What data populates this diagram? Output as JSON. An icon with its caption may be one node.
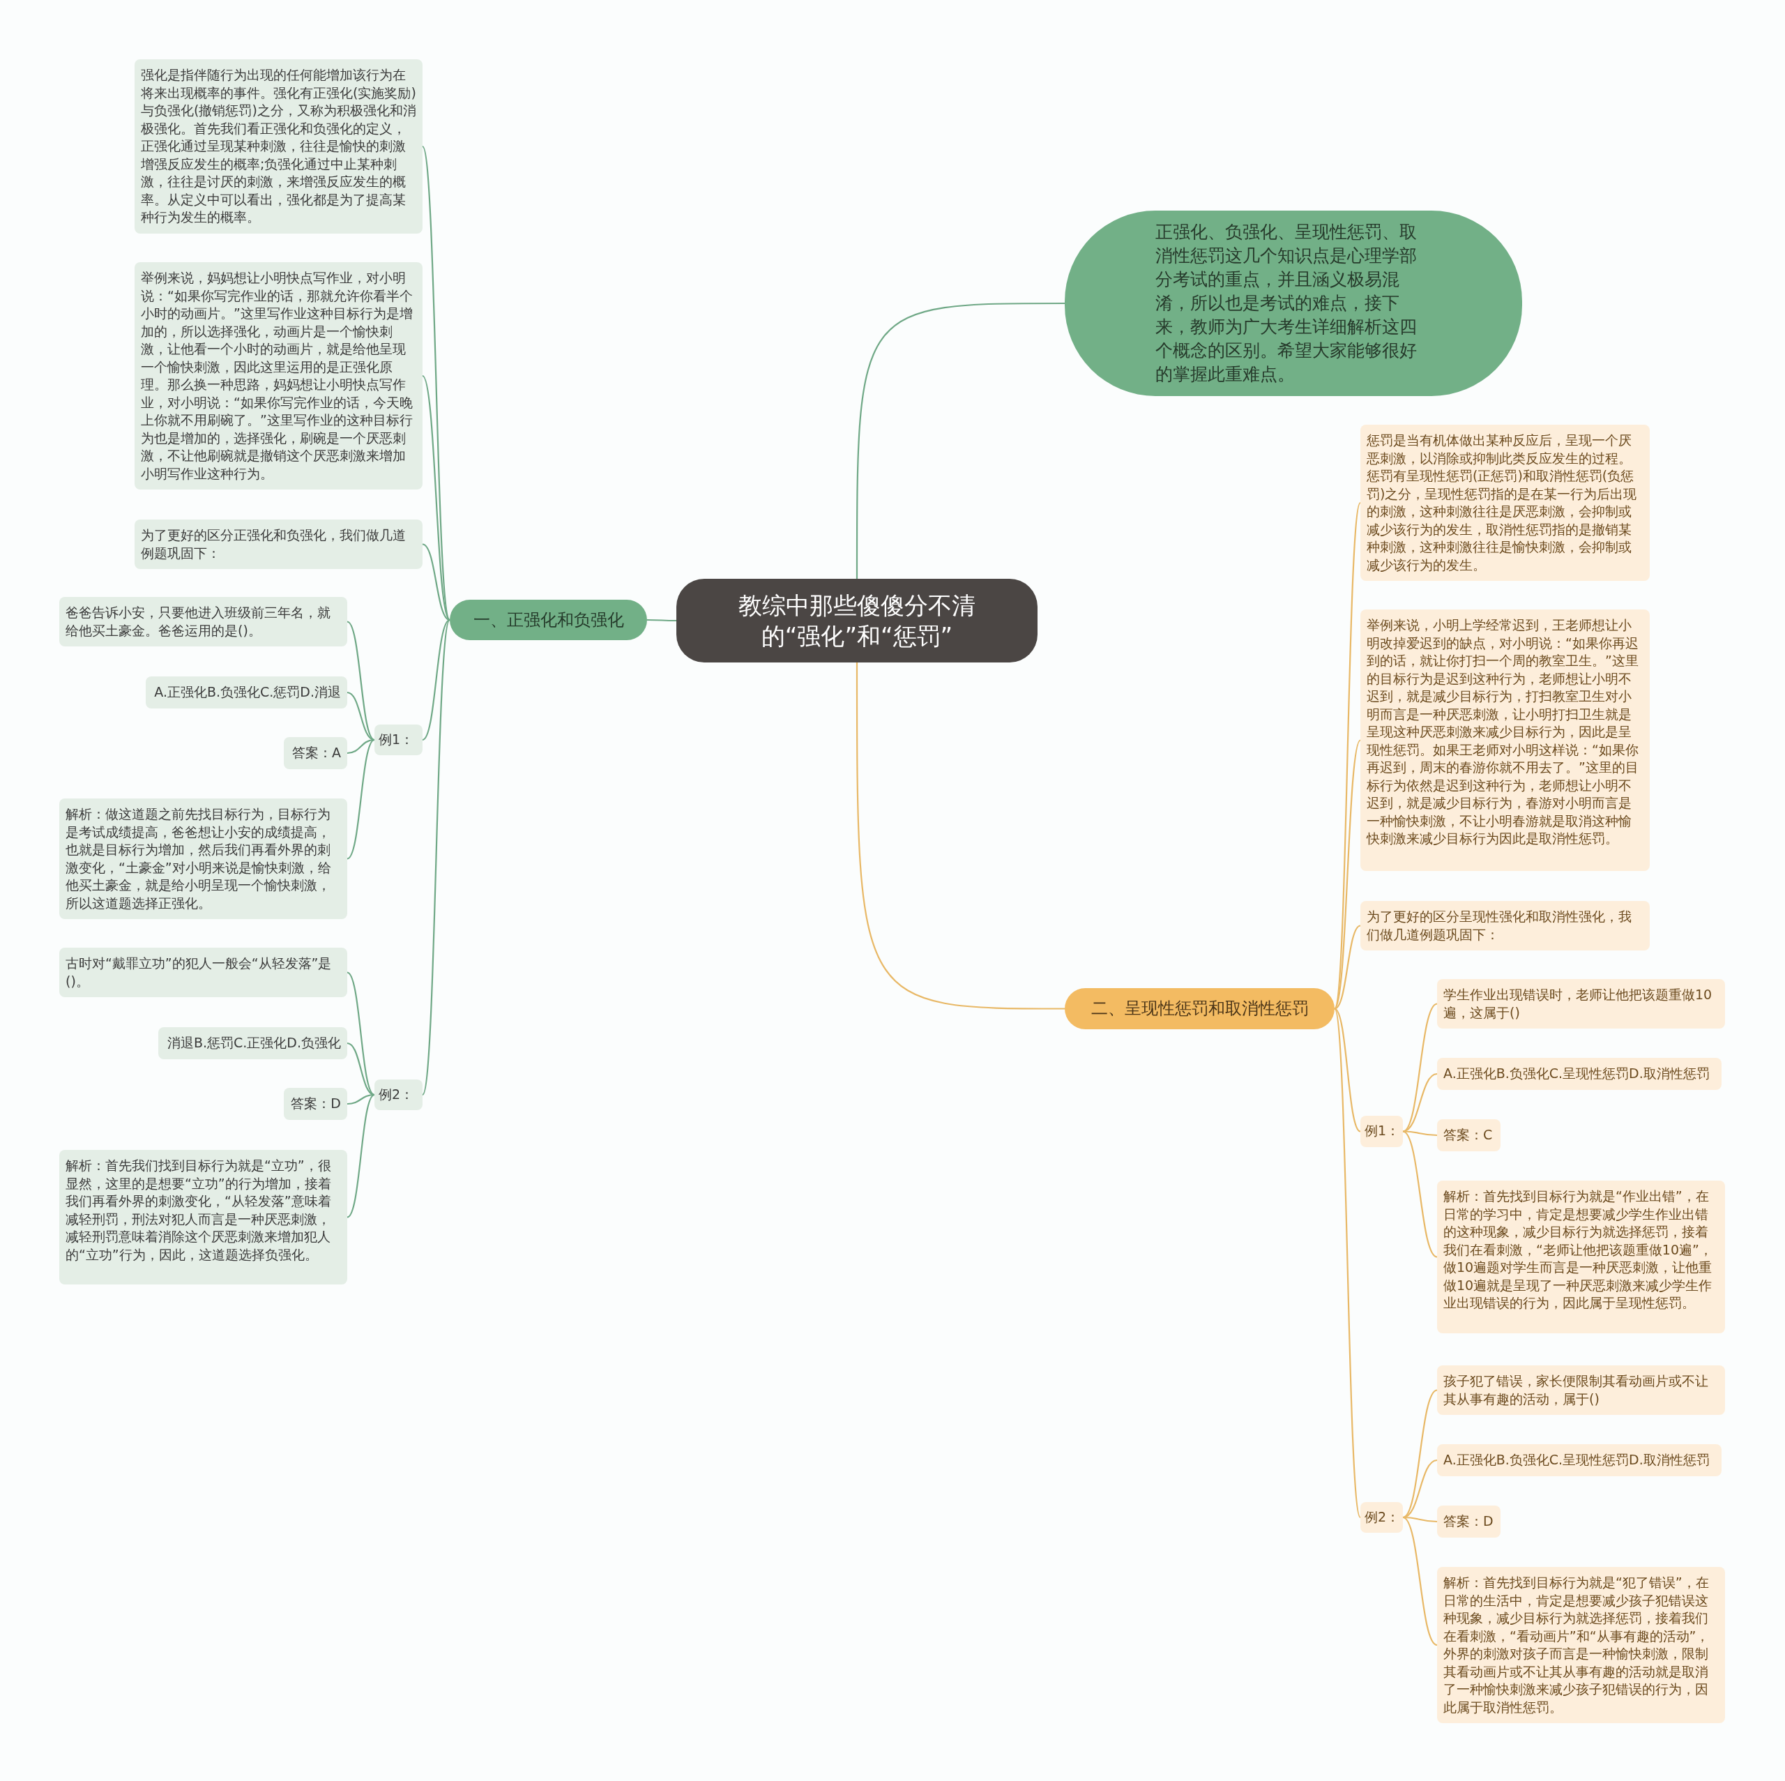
{
  "diagram": {
    "nodes": [
      {
        "text": [
          "教综中那些傻傻分不清的“强化”和“惩罚”"
        ]
      },
      {
        "text": [
          "正强化、负强化、呈现性惩罚、取消性惩罚这几个知识点是心理学部分考试的重点，并且涵义极易混淆，所以也是考试的难点，接下来，教师为广大考生详细解析这四个概念的区别。希望大家能够很好的掌握此重难点。"
        ]
      },
      {
        "text": [
          "一、正强化和负强化"
        ]
      },
      {
        "text": [
          "强化是指伴随行为出现的任何能增加该行为在将来出现概率的事件。强化有正强化(实施奖励)与负强化(撤销惩罚)之分，又称为积极强化和消极强化。首先我们看正强化和负强化的定义，正强化通过呈现某种刺激，往往是愉快的刺激增强反应发生的概率;负强化通过中止某种刺激，往往是讨厌的刺激，来增强反应发生的概率。从定义中可以看出，强化都是为了提高某种行为发生的概率。"
        ]
      },
      {
        "text": [
          "举例来说，妈妈想让小明快点写作业，对小明说：“如果你写完作业的话，那就允许你看半个小时的动画片。”这里写作业这种目标行为是增加的，所以选择强化，动画片是一个愉快刺激，让他看一个小时的动画片，就是给他呈现一个愉快刺激，因此这里运用的是正强化原理。那么换一种思路，妈妈想让小明快点写作业，对小明说：“如果你写完作业的话，今天晚上你就不用刷碗了。”这里写作业的这种目标行为也是增加的，选择强化，刷碗是一个厌恶刺激，不让他刷碗就是撤销这个厌恶刺激来增加小明写作业这种行为。"
        ]
      },
      {
        "text": [
          "为了更好的区分正强化和负强化，我们做几道例题巩固下："
        ]
      },
      {
        "text": [
          "例1："
        ]
      },
      {
        "text": [
          "爸爸告诉小安，只要他进入班级前三年名，就给他买土豪金。爸爸运用的是()。"
        ]
      },
      {
        "text": [
          "A.正强化B.负强化C.惩罚D.消退"
        ]
      },
      {
        "text": [
          "答案：A"
        ]
      },
      {
        "text": [
          "解析：做这道题之前先找目标行为，目标行为是考试成绩提高，爸爸想让小安的成绩提高，也就是目标行为增加，然后我们再看外界的刺激变化，“土豪金”对小明来说是愉快刺激，给他买土豪金，就是给小明呈现一个愉快刺激，所以这道题选择正强化。"
        ]
      },
      {
        "text": [
          "例2："
        ]
      },
      {
        "text": [
          "古时对“戴罪立功”的犯人一般会“从轻发落”是()。"
        ]
      },
      {
        "text": [
          "消退B.惩罚C.正强化D.负强化"
        ]
      },
      {
        "text": [
          "答案：D"
        ]
      },
      {
        "text": [
          "解析：首先我们找到目标行为就是“立功”，很显然，这里的是想要“立功”的行为增加，接着我们再看外界的刺激变化，“从轻发落”意味着减轻刑罚，刑法对犯人而言是一种厌恶刺激，减轻刑罚意味着消除这个厌恶刺激来增加犯人的“立功”行为，因此，这道题选择负强化。"
        ]
      },
      {
        "text": [
          "二、呈现性惩罚和取消性惩罚"
        ]
      },
      {
        "text": [
          "惩罚是当有机体做出某种反应后，呈现一个厌恶刺激，以消除或抑制此类反应发生的过程。惩罚有呈现性惩罚(正惩罚)和取消性惩罚(负惩罚)之分，呈现性惩罚指的是在某一行为后出现的刺激，这种刺激往往是厌恶刺激，会抑制或减少该行为的发生，取消性惩罚指的是撤销某种刺激，这种刺激往往是愉快刺激，会抑制或减少该行为的发生。"
        ]
      },
      {
        "text": [
          "举例来说，小明上学经常迟到，王老师想让小明改掉爱迟到的缺点，对小明说：“如果你再迟到的话，就让你打扫一个周的教室卫生。”这里的目标行为是迟到这种行为，老师想让小明不迟到，就是减少目标行为，打扫教室卫生对小明而言是一种厌恶刺激，让小明打扫卫生就是呈现这种厌恶刺激来减少目标行为，因此是呈现性惩罚。如果王老师对小明这样说：“如果你再迟到，周末的春游你就不用去了。”这里的目标行为依然是迟到这种行为，老师想让小明不迟到，就是减少目标行为，春游对小明而言是一种愉快刺激，不让小明春游就是取消这种愉快刺激来减少目标行为因此是取消性惩罚。"
        ]
      },
      {
        "text": [
          "为了更好的区分呈现性强化和取消性强化，我们做几道例题巩固下："
        ]
      },
      {
        "text": [
          "例1："
        ]
      },
      {
        "text": [
          "学生作业出现错误时，老师让他把该题重做10遍，这属于()"
        ]
      },
      {
        "text": [
          "A.正强化B.负强化C.呈现性惩罚D.取消性惩罚"
        ]
      },
      {
        "text": [
          "答案：C"
        ]
      },
      {
        "text": [
          "解析：首先找到目标行为就是“作业出错”，在日常的学习中，肯定是想要减少学生作业出错的这种现象，减少目标行为就选择惩罚，接着我们在看刺激，“老师让他把该题重做10遍”，做10遍题对学生而言是一种厌恶刺激，让他重做10遍就是呈现了一种厌恶刺激来减少学生作业出现错误的行为，因此属于呈现性惩罚。"
        ]
      },
      {
        "text": [
          "例2："
        ]
      },
      {
        "text": [
          "孩子犯了错误，家长便限制其看动画片或不让其从事有趣的活动，属于()"
        ]
      },
      {
        "text": [
          "A.正强化B.负强化C.呈现性惩罚D.取消性惩罚"
        ]
      },
      {
        "text": [
          "答案：D"
        ]
      },
      {
        "text": [
          "解析：首先找到目标行为就是“犯了错误”，在日常的生活中，肯定是想要减少孩子犯错误这种现象，减少目标行为就选择惩罚，接着我们在看刺激，“看动画片”和“从事有趣的活动”，外界的刺激对孩子而言是一种愉快刺激，限制其看动画片或不让其从事有趣的活动就是取消了一种愉快刺激来减少孩子犯错误的行为，因此属于取消性惩罚。"
        ]
      }
    ],
    "edges": [
      {
        "from": 0,
        "to": 1,
        "arrow": "none"
      },
      {
        "from": 0,
        "to": 2,
        "arrow": "none"
      },
      {
        "from": 2,
        "to": 3,
        "arrow": "none"
      },
      {
        "from": 2,
        "to": 4,
        "arrow": "none"
      },
      {
        "from": 2,
        "to": 5,
        "arrow": "none"
      },
      {
        "from": 2,
        "to": 6,
        "arrow": "none"
      },
      {
        "from": 6,
        "to": 7,
        "arrow": "none"
      },
      {
        "from": 6,
        "to": 8,
        "arrow": "none"
      },
      {
        "from": 6,
        "to": 9,
        "arrow": "none"
      },
      {
        "from": 6,
        "to": 10,
        "arrow": "none"
      },
      {
        "from": 2,
        "to": 11,
        "arrow": "none"
      },
      {
        "from": 11,
        "to": 12,
        "arrow": "none"
      },
      {
        "from": 11,
        "to": 13,
        "arrow": "none"
      },
      {
        "from": 11,
        "to": 14,
        "arrow": "none"
      },
      {
        "from": 11,
        "to": 15,
        "arrow": "none"
      },
      {
        "from": 0,
        "to": 16,
        "arrow": "none",
        "color": "#e8b866"
      },
      {
        "from": 16,
        "to": 17,
        "arrow": "none",
        "color": "#e8b866"
      },
      {
        "from": 16,
        "to": 18,
        "arrow": "none",
        "color": "#e8b866"
      },
      {
        "from": 16,
        "to": 19,
        "arrow": "none",
        "color": "#e8b866"
      },
      {
        "from": 16,
        "to": 20,
        "arrow": "none",
        "color": "#e8b866"
      },
      {
        "from": 20,
        "to": 21,
        "arrow": "none",
        "color": "#e8b866"
      },
      {
        "from": 20,
        "to": 22,
        "arrow": "none",
        "color": "#e8b866"
      },
      {
        "from": 20,
        "to": 23,
        "arrow": "none",
        "color": "#e8b866"
      },
      {
        "from": 20,
        "to": 24,
        "arrow": "none",
        "color": "#e8b866"
      },
      {
        "from": 16,
        "to": 25,
        "arrow": "none",
        "color": "#e8b866"
      },
      {
        "from": 25,
        "to": 26,
        "arrow": "none",
        "color": "#e8b866"
      },
      {
        "from": 25,
        "to": 27,
        "arrow": "none",
        "color": "#e8b866"
      },
      {
        "from": 25,
        "to": 28,
        "arrow": "none",
        "color": "#e8b866"
      },
      {
        "from": 25,
        "to": 29,
        "arrow": "none",
        "color": "#e8b866"
      }
    ]
  }
}
